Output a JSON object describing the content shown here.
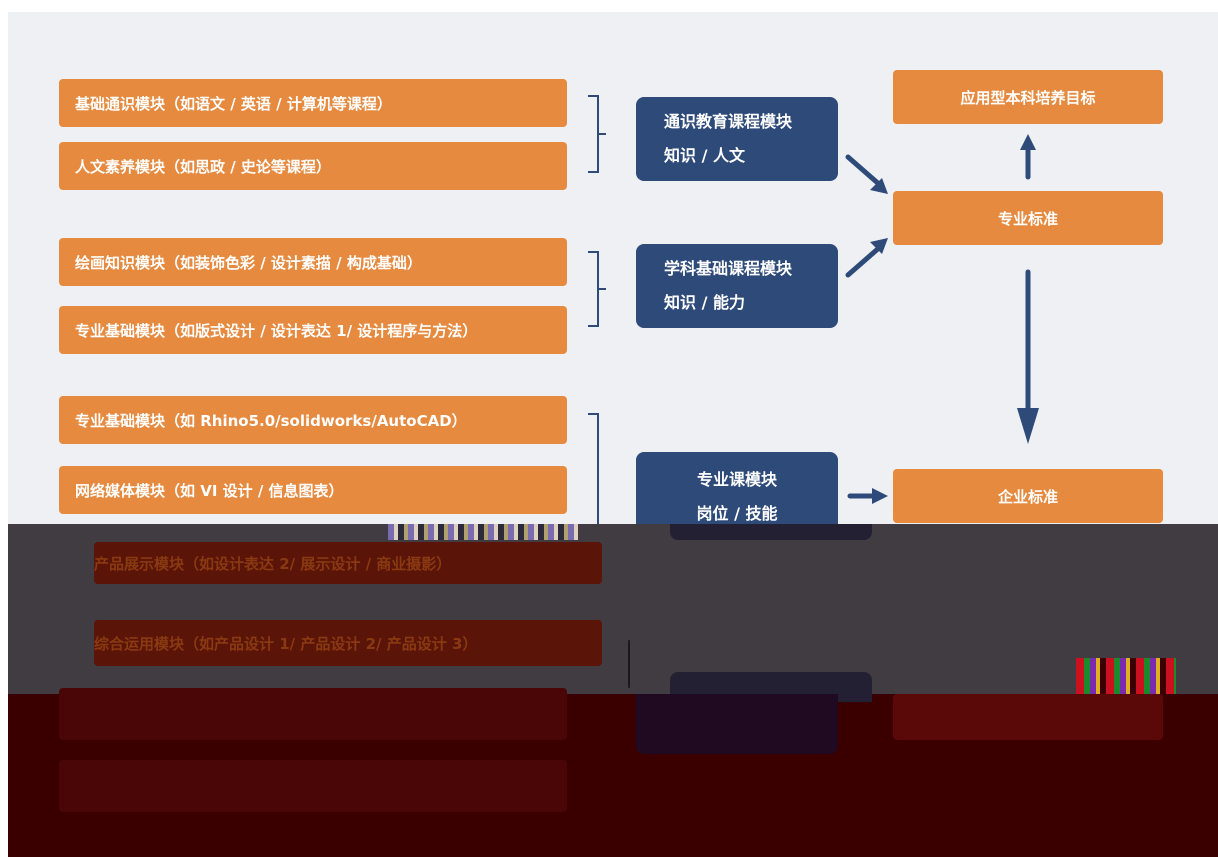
{
  "left_modules": [
    "基础通识模块（如语文 / 英语 / 计算机等课程）",
    "人文素养模块（如思政 / 史论等课程）",
    "绘画知识模块（如装饰色彩 / 设计素描 / 构成基础）",
    "专业基础模块（如版式设计 / 设计表达 1/ 设计程序与方法）",
    "专业基础模块（如 Rhino5.0/solidworks/AutoCAD）",
    "网络媒体模块（如 VI 设计 / 信息图表）",
    "产品展示模块（如设计表达 2/ 展示设计 / 商业摄影）",
    "综合运用模块（如产品设计 1/ 产品设计 2/ 产品设计 3）"
  ],
  "course_modules": [
    {
      "title": "通识教育课程模块",
      "subtitle": "知识 / 人文"
    },
    {
      "title": "学科基础课程模块",
      "subtitle": "知识 / 能力"
    },
    {
      "title": "专业课模块",
      "subtitle": "岗位 / 技能"
    }
  ],
  "right_boxes": {
    "goal": "应用型本科培养目标",
    "professional_standard": "专业标准",
    "enterprise_standard": "企业标准"
  },
  "colors": {
    "orange": "#e58a3f",
    "navy": "#2d4a78",
    "background": "#eef0f3",
    "arrow": "#2d4a78"
  }
}
